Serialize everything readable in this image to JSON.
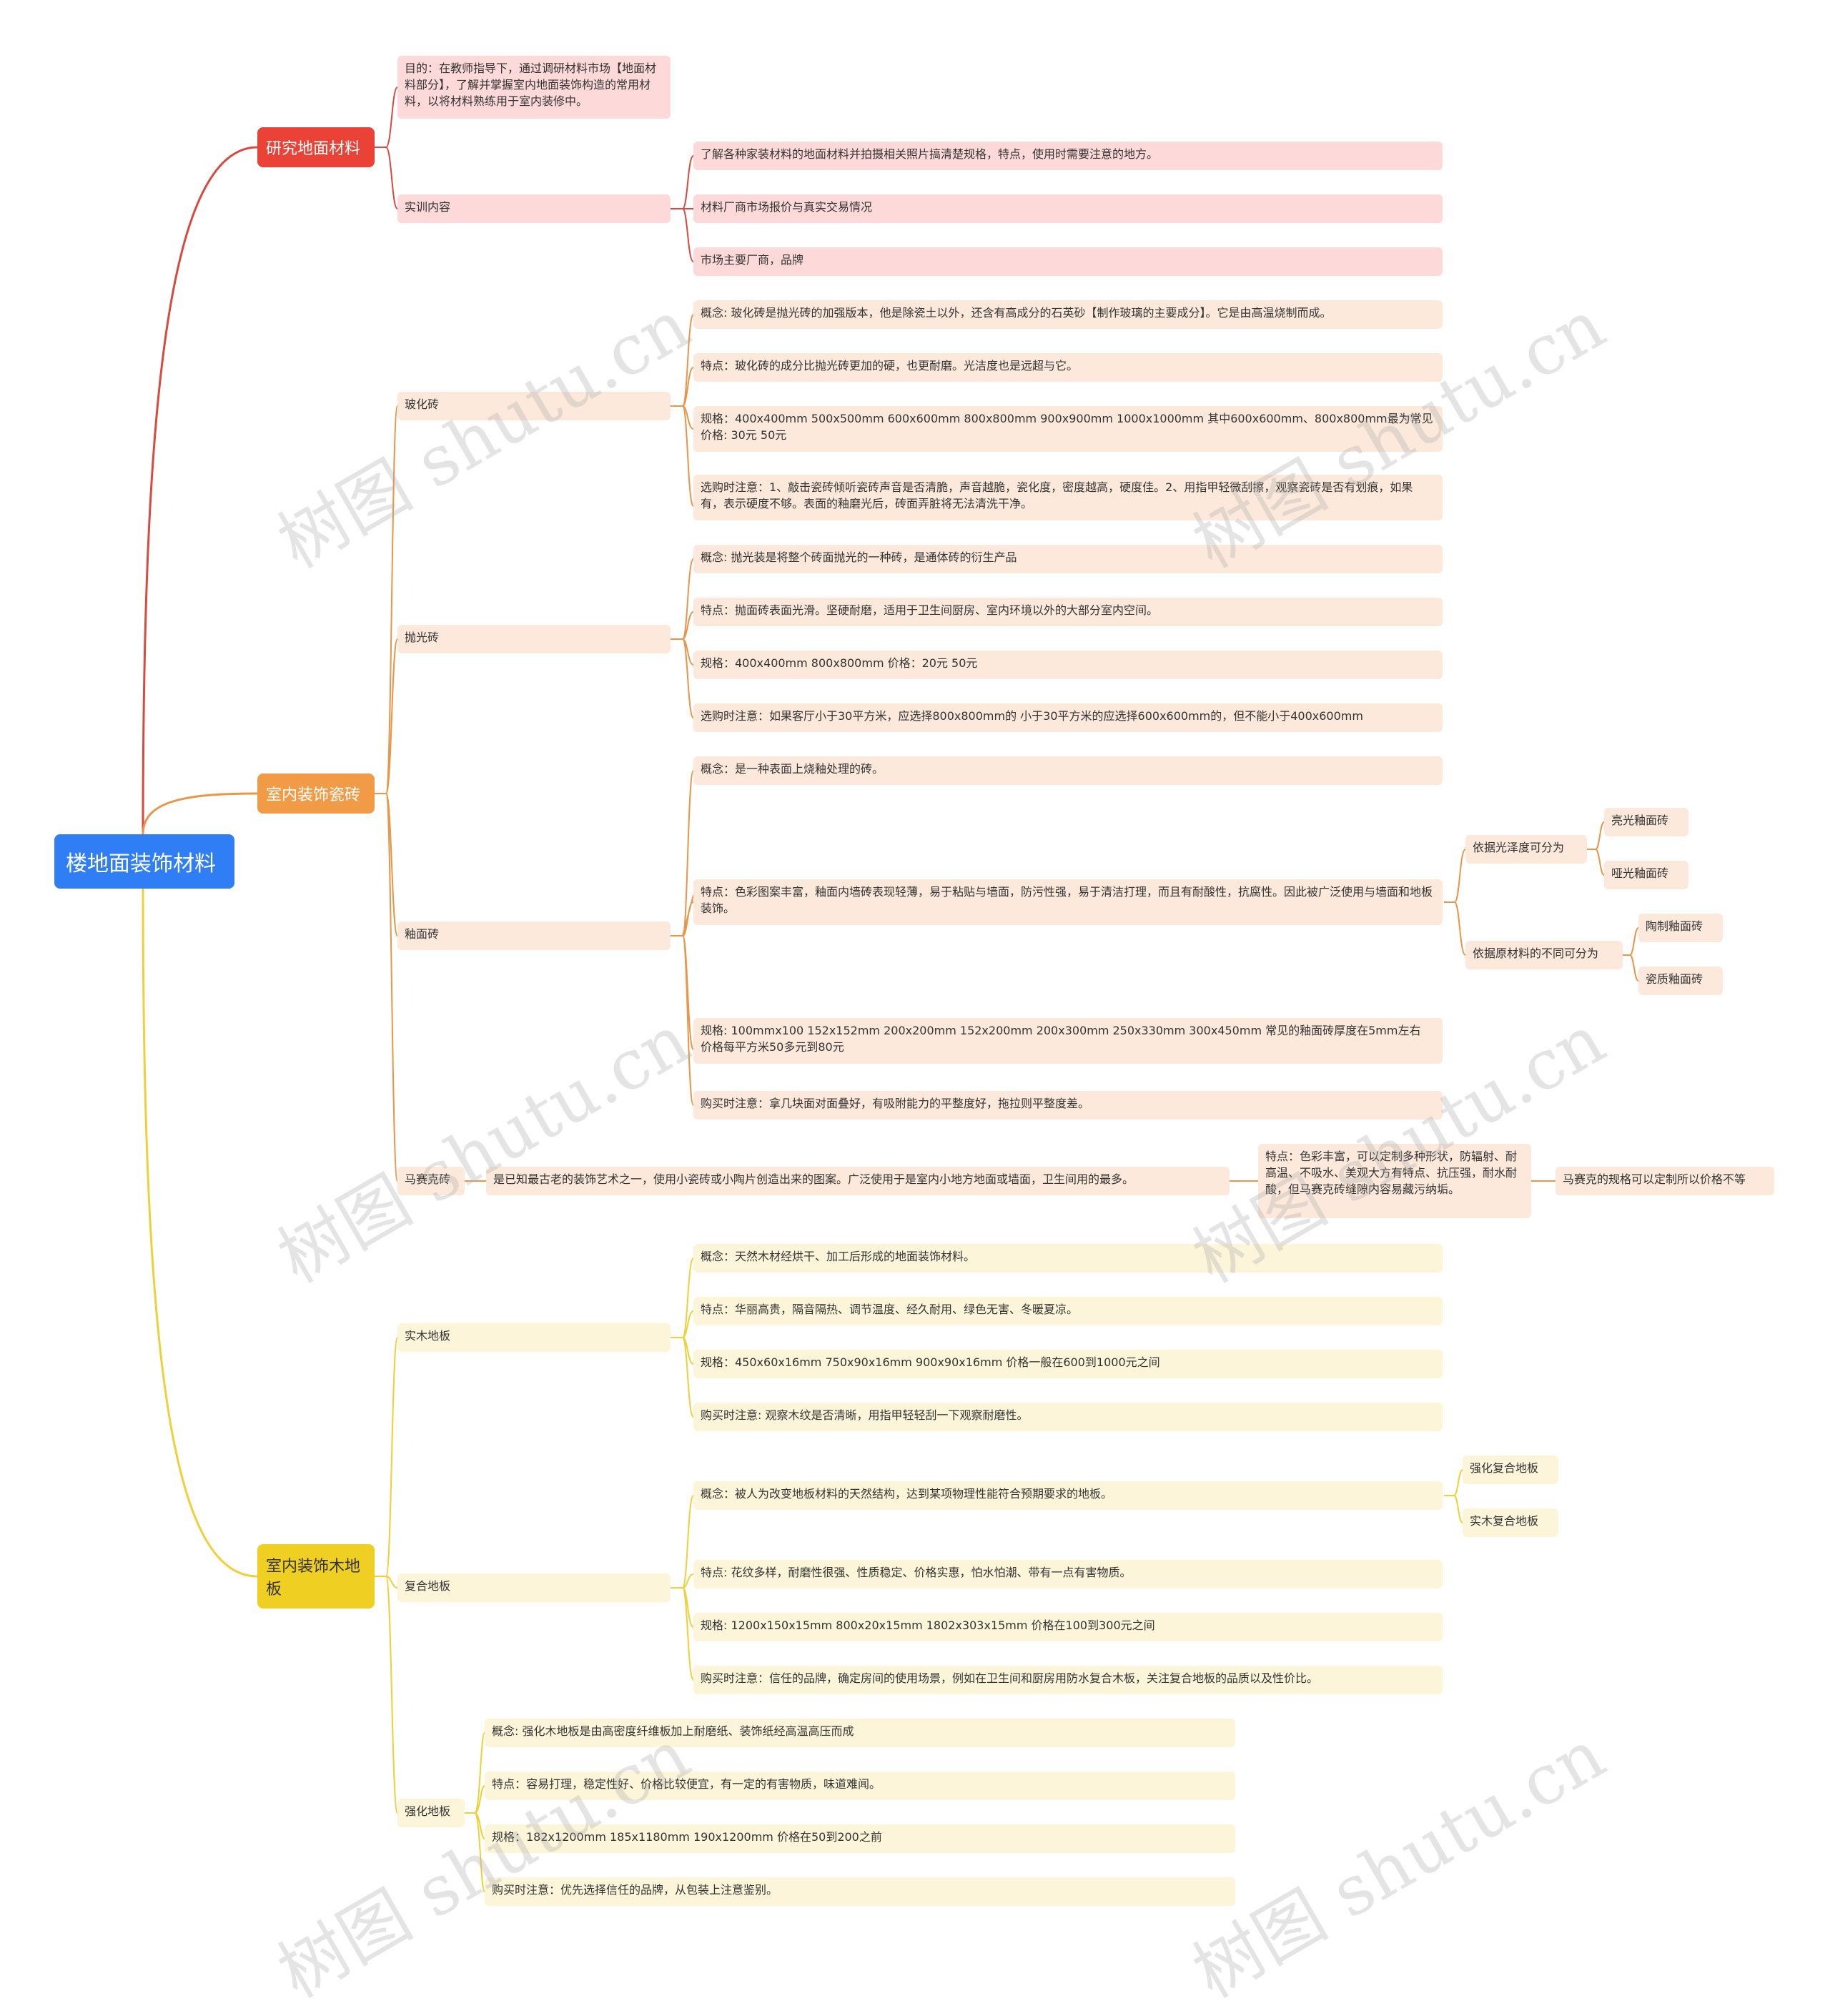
{
  "colors": {
    "root": "#2f7ef5",
    "red": "#ea4236",
    "orange": "#f29b46",
    "yellow": "#f0cf23",
    "red_line": "#d84a3f",
    "orange_line": "#e8974a",
    "yellow_line": "#efd03a"
  },
  "root": {
    "label": "楼地面装饰材料"
  },
  "b1": {
    "label": "研究地面材料",
    "goal": "目的：在教师指导下，通过调研材料市场【地面材料部分】，了解并掌握室内地面装饰构造的常用材料，以将材料熟练用于室内装修中。",
    "training": {
      "label": "实训内容",
      "items": [
        "了解各种家装材料的地面材料并拍摄相关照片搞清楚规格，特点，使用时需要注意的地方。",
        "材料厂商市场报价与真实交易情况",
        "市场主要厂商，品牌"
      ]
    }
  },
  "b2": {
    "label": "室内装饰瓷砖",
    "vitrified": {
      "label": "玻化砖",
      "items": [
        "概念: 玻化砖是抛光砖的加强版本，他是除瓷土以外，还含有高成分的石英砂【制作玻璃的主要成分】。它是由高温烧制而成。",
        "特点：玻化砖的成分比抛光砖更加的硬，也更耐磨。光洁度也是远超与它。",
        "规格：400x400mm  500x500mm  600x600mm  800x800mm  900x900mm 1000x1000mm  其中600x600mm、800x800mm最为常见  价格: 30元 50元",
        "选购时注意：1、敲击瓷砖倾听瓷砖声音是否清脆，声音越脆，瓷化度，密度越高，硬度佳。2、用指甲轻微刮擦，观察瓷砖是否有划痕，如果有，表示硬度不够。表面的釉磨光后，砖面弄脏将无法清洗干净。"
      ]
    },
    "polished": {
      "label": "抛光砖",
      "items": [
        "概念: 抛光装是将整个砖面抛光的一种砖，是通体砖的衍生产品",
        "特点：抛面砖表面光滑。坚硬耐磨，适用于卫生间厨房、室内环境以外的大部分室内空间。",
        "规格：400x400mm 800x800mm     价格：20元 50元",
        "选购时注意：如果客厅小于30平方米，应选择800x800mm的 小于30平方米的应选择600x600mm的，但不能小于400x600mm"
      ]
    },
    "glazed": {
      "label": "釉面砖",
      "concept": "概念：是一种表面上烧釉处理的砖。",
      "feature": "特点：色彩图案丰富，釉面内墙砖表现轻薄，易于粘贴与墙面，防污性强，易于清洁打理，而且有耐酸性，抗腐性。因此被广泛使用与墙面和地板装饰。",
      "gloss": {
        "label": "依据光泽度可分为",
        "items": [
          "亮光釉面砖",
          "哑光釉面砖"
        ]
      },
      "material": {
        "label": "依据原材料的不同可分为",
        "items": [
          "陶制釉面砖",
          "瓷质釉面砖"
        ]
      },
      "spec": "规格: 100mmx100  152x152mm  200x200mm  152x200mm  200x300mm  250x330mm  300x450mm 常见的釉面砖厚度在5mm左右 价格每平方米50多元到80元",
      "buy": "购买时注意：拿几块面对面叠好，有吸附能力的平整度好，拖拉则平整度差。"
    },
    "mosaic": {
      "label": "马赛克砖",
      "desc": "是已知最古老的装饰艺术之一，使用小瓷砖或小陶片创造出来的图案。广泛使用于是室内小地方地面或墙面，卫生间用的最多。",
      "feature": "特点：色彩丰富，可以定制多种形状，防辐射、耐高温、不吸水、美观大方有特点、抗压强，耐水耐酸，但马赛克砖缝隙内容易藏污纳垢。",
      "spec": "马赛克的规格可以定制所以价格不等"
    }
  },
  "b3": {
    "label": "室内装饰木地板",
    "solid": {
      "label": "实木地板",
      "items": [
        "概念：天然木材经烘干、加工后形成的地面装饰材料。",
        "特点：华丽高贵，隔音隔热、调节温度、经久耐用、绿色无害、冬暖夏凉。",
        "规格：450x60x16mm  750x90x16mm  900x90x16mm 价格一般在600到1000元之间",
        "购买时注意: 观察木纹是否清晰，用指甲轻轻刮一下观察耐磨性。"
      ]
    },
    "composite": {
      "label": "复合地板",
      "concept": "概念：被人为改变地板材料的天然结构，达到某项物理性能符合预期要求的地板。",
      "types": [
        "强化复合地板",
        "实木复合地板"
      ],
      "items": [
        "特点: 花纹多样，耐磨性很强、性质稳定、价格实惠，怕水怕潮、带有一点有害物质。",
        "规格: 1200x150x15mm  800x20x15mm  1802x303x15mm  价格在100到300元之间",
        "购买时注意：信任的品牌，确定房间的使用场景，例如在卫生间和厨房用防水复合木板，关注复合地板的品质以及性价比。"
      ]
    },
    "laminate": {
      "label": "强化地板",
      "items": [
        "概念: 强化木地板是由高密度纤维板加上耐磨纸、装饰纸经高温高压而成",
        "特点：容易打理，稳定性好、价格比较便宜，有一定的有害物质，味道难闻。",
        "规格：182x1200mm  185x1180mm  190x1200mm  价格在50到200之前",
        "购买时注意：优先选择信任的品牌，从包装上注意鉴别。"
      ]
    }
  },
  "watermark": "树图 shutu.cn"
}
